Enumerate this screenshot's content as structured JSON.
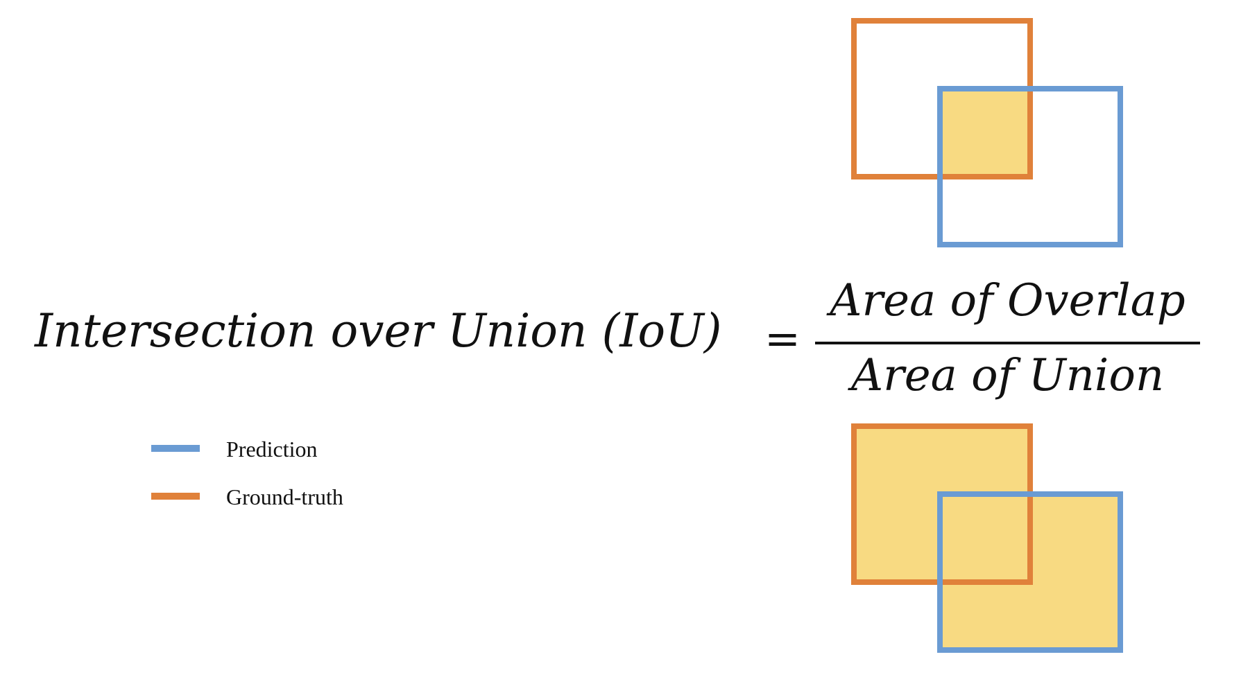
{
  "formula": {
    "lhs": "Intersection over Union (IoU)",
    "equals": "=",
    "numerator": "Area of Overlap",
    "denominator": "Area of Union"
  },
  "legend": [
    {
      "label": "Prediction",
      "color": "#6a9bd3"
    },
    {
      "label": "Ground-truth",
      "color": "#e0813a"
    }
  ],
  "colors": {
    "ground_truth": "#e0813a",
    "prediction": "#6a9bd3",
    "fill": "#f8da82"
  }
}
